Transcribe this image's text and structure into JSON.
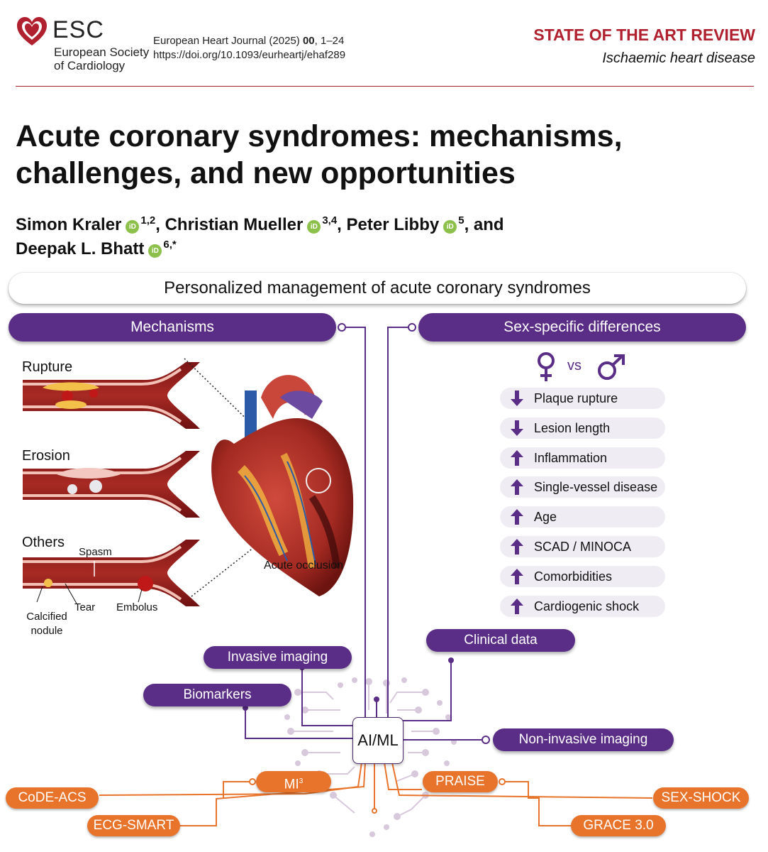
{
  "header": {
    "logo_text": "ESC",
    "society_line1": "European Society",
    "society_line2": "of Cardiology",
    "journal_name": "European Heart Journal (2025)",
    "journal_volume": "00",
    "journal_pages": ", 1–24",
    "doi": "https://doi.org/10.1093/eurheartj/ehaf289",
    "article_type": "STATE OF THE ART REVIEW",
    "article_topic": "Ischaemic heart disease"
  },
  "title_line1": "Acute coronary syndromes: mechanisms,",
  "title_line2": "challenges, and new opportunities",
  "authors": [
    {
      "name": "Simon Kraler",
      "aff": "1,2",
      "sep": ", "
    },
    {
      "name": "Christian Mueller",
      "aff": "3,4",
      "sep": ", "
    },
    {
      "name": "Peter Libby",
      "aff": "5",
      "sep": ", and"
    },
    {
      "name": "Deepak L. Bhatt",
      "aff": "6,*",
      "sep": ""
    }
  ],
  "orcid_label": "iD",
  "figure": {
    "banner": "Personalized management of acute coronary syndromes",
    "mechanisms": {
      "heading": "Mechanisms",
      "rupture": "Rupture",
      "erosion": "Erosion",
      "others": "Others",
      "spasm": "Spasm",
      "tear": "Tear",
      "embolus": "Embolus",
      "calcified_line1": "Calcified",
      "calcified_line2": "nodule",
      "acute_occlusion": "Acute occlusion"
    },
    "sex": {
      "heading": "Sex-specific differences",
      "vs": "vs",
      "items": [
        {
          "label": "Plaque rupture",
          "direction": "down"
        },
        {
          "label": "Lesion length",
          "direction": "down"
        },
        {
          "label": "Inflammation",
          "direction": "up"
        },
        {
          "label": "Single-vessel disease",
          "direction": "up"
        },
        {
          "label": "Age",
          "direction": "up"
        },
        {
          "label": "SCAD / MINOCA",
          "direction": "up"
        },
        {
          "label": "Comorbidities",
          "direction": "up"
        },
        {
          "label": "Cardiogenic shock",
          "direction": "up"
        }
      ]
    },
    "inputs": {
      "clinical_data": "Clinical data",
      "invasive_imaging": "Invasive imaging",
      "biomarkers": "Biomarkers",
      "noninvasive_imaging": "Non-invasive imaging"
    },
    "ai": "AI/ML",
    "scores": {
      "mi3": "MI",
      "mi3_sup": "3",
      "praise": "PRAISE",
      "code_acs": "CoDE-ACS",
      "ecg_smart": "ECG-SMART",
      "sex_shock": "SEX-SHOCK",
      "grace": "GRACE 3.0"
    }
  },
  "colors": {
    "accent_red": "#b0202e",
    "purple": "#5a2d86",
    "orange": "#e8732b",
    "orcid_green": "#8cc04b"
  }
}
